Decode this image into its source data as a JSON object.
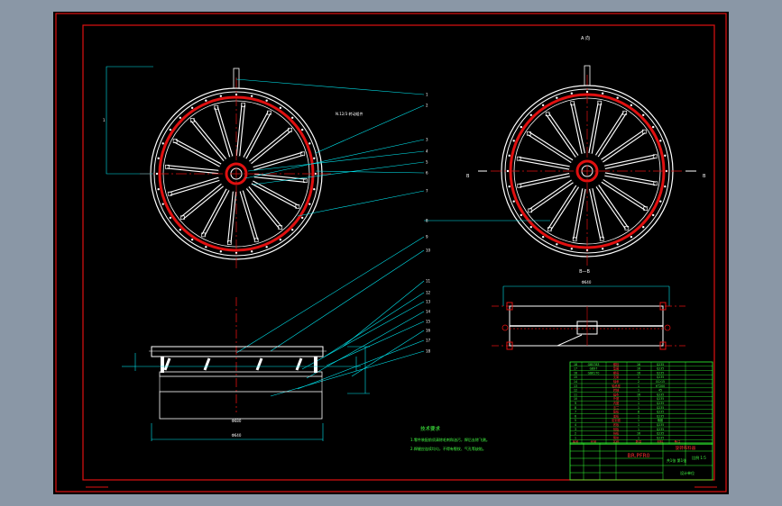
{
  "colors": {
    "background": "#8a97a6",
    "paper": "#000000",
    "frame": "#e01010",
    "outline": "#ffffff",
    "leader": "#00e5ee",
    "table": "#33ff33",
    "text_red": "#ff3030",
    "text_green": "#44ff44",
    "text_yellow": "#e6e600"
  },
  "view_labels": {
    "top_right": "A 向",
    "section": "B—B",
    "section_mark_b1": "B",
    "section_mark_b2": "B",
    "dim_left": "1",
    "note_near_left": "N.12/3 转动组件"
  },
  "notes": {
    "heading": "技术要求",
    "line1": "1.零件装配前须清除毛刺和油污，焊后去除飞溅。",
    "line2": "2.焊缝应连续均匀，不得有裂纹、气孔等缺陷。"
  },
  "title_block": {
    "drawing_title": "BR.PFR0",
    "scale": "比例 1:5",
    "company": "设计单位",
    "name_row": "旋转布料器",
    "sheet": "共1张 第1张"
  },
  "bom_rows": [
    [
      "18",
      "GB5783",
      "螺栓",
      "16",
      "Q235",
      ""
    ],
    [
      "17",
      "GB97",
      "垫圈",
      "16",
      "Q235",
      ""
    ],
    [
      "16",
      "GB6170",
      "螺母",
      "16",
      "Q235",
      ""
    ],
    [
      "15",
      "",
      "支架",
      "1",
      "Q235",
      ""
    ],
    [
      "14",
      "",
      "轴承",
      "2",
      "GCr15",
      ""
    ],
    [
      "13",
      "",
      "轴承座",
      "1",
      "HT200",
      ""
    ],
    [
      "12",
      "",
      "转轴",
      "1",
      "45",
      ""
    ],
    [
      "11",
      "",
      "辐条",
      "16",
      "Q235",
      ""
    ],
    [
      "10",
      "",
      "外圈",
      "1",
      "Q235",
      ""
    ],
    [
      "9",
      "",
      "内圈",
      "1",
      "Q235",
      ""
    ],
    [
      "8",
      "",
      "法兰",
      "1",
      "Q235",
      ""
    ],
    [
      "7",
      "",
      "筋板",
      "8",
      "Q235",
      ""
    ],
    [
      "6",
      "",
      "盖板",
      "1",
      "Q235",
      ""
    ],
    [
      "5",
      "",
      "密封圈",
      "1",
      "橡胶",
      ""
    ],
    [
      "4",
      "",
      "底板",
      "1",
      "Q235",
      ""
    ],
    [
      "3",
      "",
      "侧板",
      "1",
      "Q235",
      ""
    ],
    [
      "2",
      "",
      "挡板",
      "16",
      "Q235",
      ""
    ],
    [
      "1",
      "",
      "筒体",
      "1",
      "Q235",
      ""
    ]
  ],
  "bom_header": [
    "序号",
    "代号",
    "名称",
    "数量",
    "材料",
    "备注"
  ],
  "balloon_numbers": [
    "1",
    "2",
    "3",
    "4",
    "5",
    "6",
    "7",
    "8",
    "9",
    "10",
    "11",
    "12",
    "13",
    "14",
    "15",
    "16",
    "17",
    "18"
  ],
  "dimensions": {
    "section_width": "Φ640",
    "front_width": "Φ680",
    "front_base": "Φ640"
  }
}
